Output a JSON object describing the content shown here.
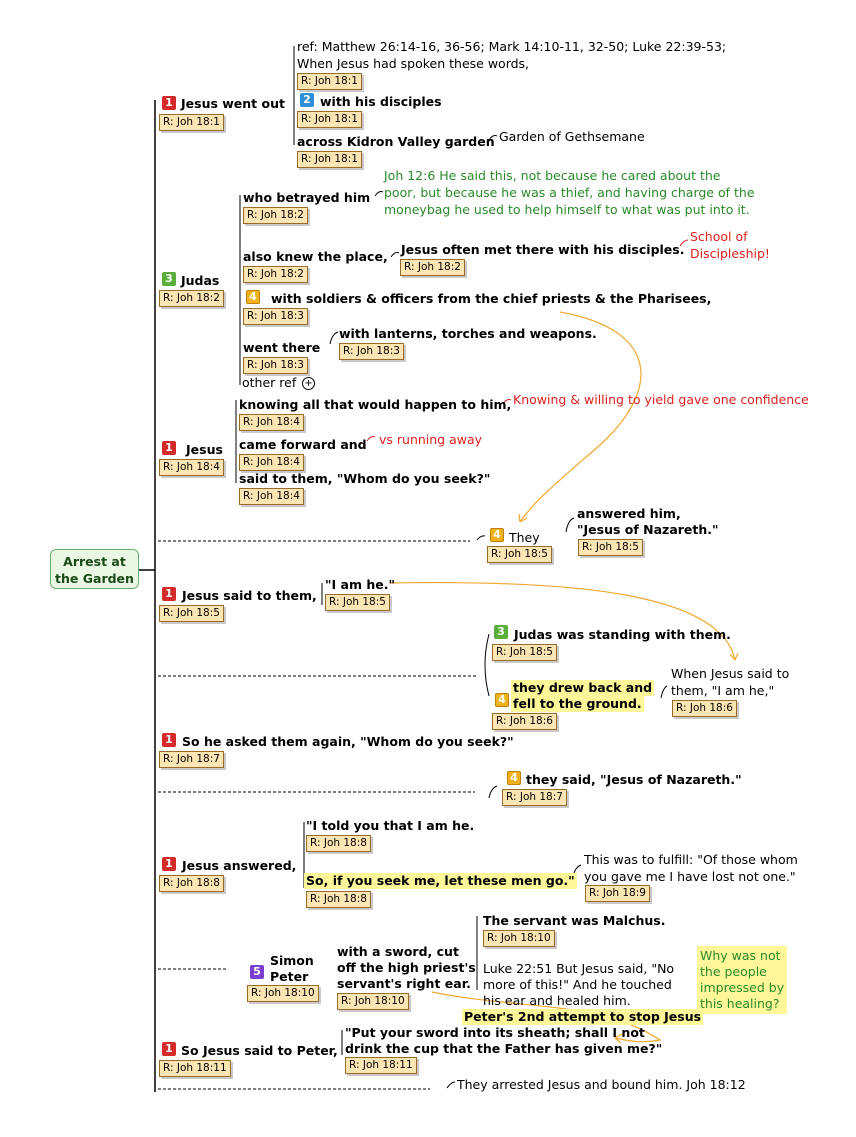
{
  "central": {
    "line1": "Arrest at",
    "line2": "the Garden"
  },
  "b1": {
    "label": "Jesus went out",
    "ref": "R: Joh 18:1",
    "topref": "ref: Matthew 26:14-16, 36-56; Mark 14:10-11, 32-50; Luke 22:39-53;",
    "c1": "When Jesus had spoken these words,",
    "c1ref": "R: Joh 18:1",
    "c2": "with his disciples",
    "c2ref": "R: Joh 18:1",
    "c3": "across Kidron Valley garden",
    "c3ref": "R: Joh 18:1",
    "c3note": "Garden of Gethsemane"
  },
  "b2": {
    "label": "Judas",
    "ref": "R: Joh 18:2",
    "c1": "who betrayed him",
    "c1ref": "R: Joh 18:2",
    "c1note1": "Joh 12:6  He said this, not because he cared about the",
    "c1note2": "poor, but because he was a thief, and having charge of the",
    "c1note3": "moneybag he used to help himself to what was put into it.",
    "c2": "also knew the place,",
    "c2ref": "R: Joh 18:2",
    "c2note": "Jesus often met there with his disciples.",
    "c2noteref": "R: Joh 18:2",
    "c2note2a": "School of",
    "c2note2b": "Discipleship!",
    "c3": "with soldiers & officers from the chief priests & the Pharisees,",
    "c3ref": "R: Joh 18:3",
    "c4": "went there",
    "c4ref": "R: Joh 18:3",
    "c4note": "with lanterns, torches and weapons.",
    "c4noteref": "R: Joh 18:3",
    "c5": "other ref"
  },
  "b3": {
    "label": "Jesus",
    "ref": "R: Joh 18:4",
    "c1": "knowing all that would happen to him,",
    "c1ref": "R: Joh 18:4",
    "c1note": "Knowing & willing to yield gave one confidence",
    "c2": "came forward and",
    "c2ref": "R: Joh 18:4",
    "c2note": "vs running away",
    "c3": "said to them, \"Whom do you seek?\"",
    "c3ref": "R: Joh 18:4"
  },
  "f1": {
    "label": "They",
    "ref": "R: Joh 18:5",
    "c1a": "answered him,",
    "c1b": "\"Jesus of Nazareth.\"",
    "c1ref": "R: Joh 18:5"
  },
  "b4": {
    "label": "Jesus said to them,",
    "ref": "R: Joh 18:5",
    "c1": "\"I am he.\"",
    "c1ref": "R: Joh 18:5"
  },
  "f2": {
    "c1": "Judas was standing with them.",
    "c1ref": "R: Joh 18:5",
    "c2a": "they drew back and",
    "c2b": "fell to the ground.",
    "c2ref": "R: Joh 18:6",
    "c2note1": "When Jesus said to",
    "c2note2": "them, \"I am he,\"",
    "c2noteref": "R: Joh 18:6"
  },
  "b5": {
    "label": "So he asked them again, \"Whom do you seek?\"",
    "ref": "R: Joh 18:7"
  },
  "f3": {
    "label": "they said, \"Jesus of Nazareth.\"",
    "ref": "R: Joh 18:7"
  },
  "b6": {
    "label": "Jesus answered,",
    "ref": "R: Joh 18:8",
    "c1": "\"I told you that I am he.",
    "c1ref": "R: Joh 18:8",
    "c2": "So, if you seek me, let these men go.\"",
    "c2ref": "R: Joh 18:8",
    "c2note1": "This was to fulfill: \"Of those whom",
    "c2note2": "you gave me I have lost not one.\"",
    "c2noteref": "R: Joh 18:9"
  },
  "f4": {
    "label1": "Simon",
    "label2": "Peter",
    "ref": "R: Joh 18:10",
    "c1a": "with a sword, cut",
    "c1b": "off the high priest's",
    "c1c": "servant's right ear.",
    "c1ref": "R: Joh 18:10",
    "c1n1": "The servant was Malchus.",
    "c1n1ref": "R: Joh 18:10",
    "c1n2a": "Luke 22:51 But Jesus said, \"No",
    "c1n2b": "more of this!\" And he touched",
    "c1n2c": "his ear and healed him.",
    "c1n3a": "Why was not",
    "c1n3b": "the people",
    "c1n3c": "impressed by",
    "c1n3d": "this healing?",
    "callout": "Peter's 2nd attempt to stop Jesus"
  },
  "b7": {
    "label": "So Jesus said to Peter,",
    "ref": "R: Joh 18:11",
    "c1a": "\"Put your sword into its sheath; shall I not",
    "c1b": "drink the cup that the Father has given me?\"",
    "c1ref": "R: Joh 18:11"
  },
  "f5": {
    "label": "They arrested Jesus and bound him.  Joh 18:12"
  },
  "badges": {
    "one": "1",
    "two": "2",
    "three": "3",
    "four": "4",
    "five": "5",
    "plus": "+"
  },
  "colors": {
    "arrow": "#f0a830",
    "note_green": "#2a8a2a",
    "note_red": "#e02020",
    "highlight": "#fdf79a"
  }
}
